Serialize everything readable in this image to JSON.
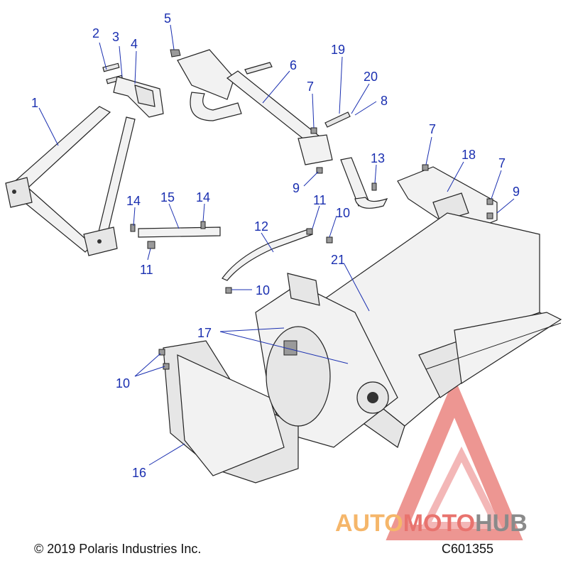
{
  "callouts": [
    "1",
    "2",
    "3",
    "4",
    "5",
    "6",
    "7",
    "8",
    "9",
    "10",
    "11",
    "12",
    "13",
    "14",
    "15",
    "16",
    "17",
    "18",
    "19",
    "20",
    "21"
  ],
  "labels": {
    "l1": "1",
    "l2": "2",
    "l3": "3",
    "l4": "4",
    "l5": "5",
    "l6": "6",
    "l7a": "7",
    "l7b": "7",
    "l7c": "7",
    "l8": "8",
    "l9a": "9",
    "l9b": "9",
    "l10a": "10",
    "l10b": "10",
    "l10c": "10",
    "l11a": "11",
    "l11b": "11",
    "l12": "12",
    "l13": "13",
    "l14a": "14",
    "l14b": "14",
    "l15": "15",
    "l16": "16",
    "l17": "17",
    "l18": "18",
    "l19": "19",
    "l20": "20",
    "l21": "21"
  },
  "footer": {
    "copyright": "© 2019 Polaris Industries Inc.",
    "code": "C601355"
  },
  "watermark": {
    "part1": "AUTO",
    "part2": "MOTO",
    "part3": "HUB",
    "colors": {
      "auto": "#f5b66a",
      "moto": "#e8736e",
      "hub": "#8a8a8a",
      "triangle": "#e8736e"
    }
  },
  "callout_color": "#1a2fb0"
}
